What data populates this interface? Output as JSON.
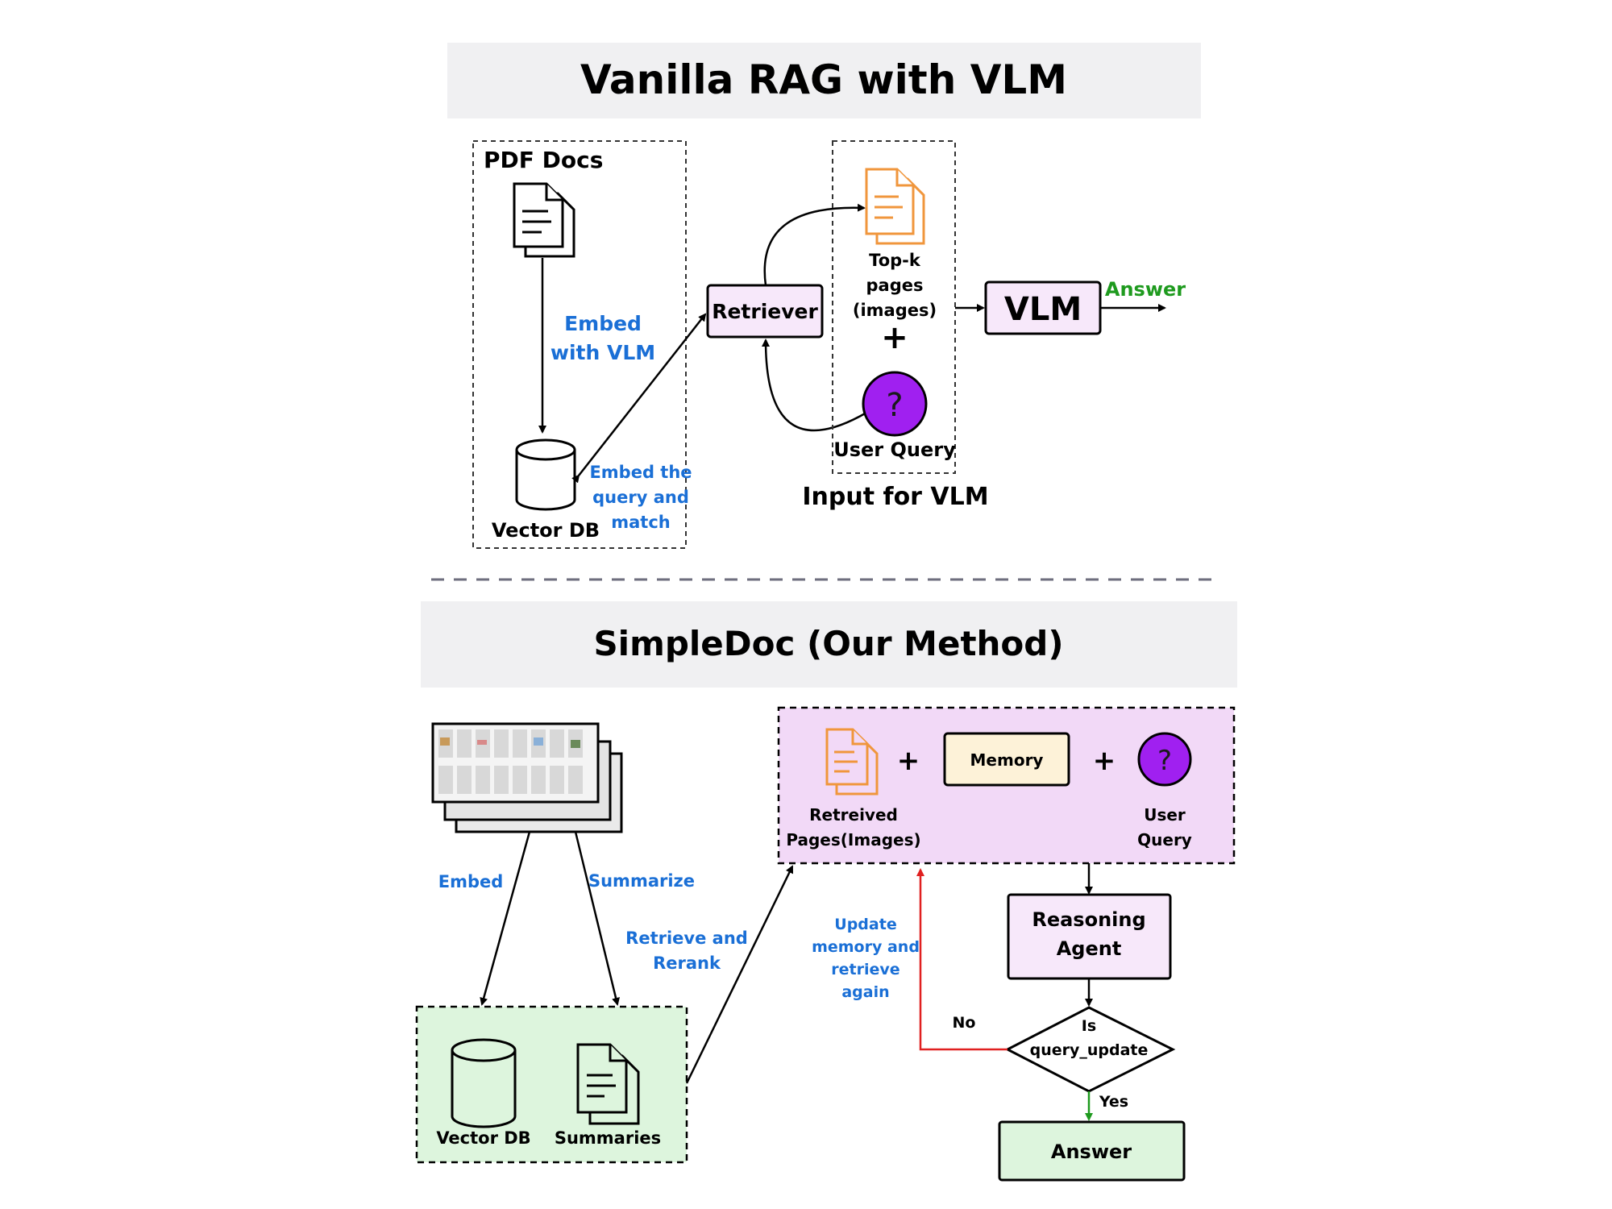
{
  "top": {
    "title": "Vanilla RAG with VLM",
    "pdf_docs": "PDF Docs",
    "embed_vlm": [
      "Embed",
      "with VLM"
    ],
    "vector_db": "Vector DB",
    "embed_query": [
      "Embed the",
      "query and",
      "match"
    ],
    "retriever": "Retriever",
    "topk": [
      "Top-k",
      "pages",
      "(images)"
    ],
    "plus": "+",
    "user_query": "User Query",
    "input_for_vlm": "Input for VLM",
    "vlm": "VLM",
    "answer": "Answer",
    "question_mark": "?"
  },
  "bottom": {
    "title": "SimpleDoc (Our Method)",
    "embed": "Embed",
    "summarize": "Summarize",
    "retrieve_rerank": [
      "Retrieve and",
      "Rerank"
    ],
    "vector_db": "Vector DB",
    "summaries": "Summaries",
    "retrieved_pages": [
      "Retreived",
      "Pages(Images)"
    ],
    "plus1": "+",
    "memory": "Memory",
    "plus2": "+",
    "user_query": [
      "User",
      "Query"
    ],
    "question_mark": "?",
    "reasoning_agent": [
      "Reasoning",
      "Agent"
    ],
    "update_memory": [
      "Update",
      "memory and",
      "retrieve",
      "again"
    ],
    "decision": [
      "Is",
      "query_update"
    ],
    "no": "No",
    "yes": "Yes",
    "answer": "Answer"
  },
  "colors": {
    "blue_label": "#1a6fd6",
    "green_answer": "#1e9a1e",
    "purple_query": "#a020f0",
    "orange_doc": "#f0963c",
    "pink_box": "#f7e8fa",
    "pink_panel": "#f2d9f7",
    "memory_box": "#fdf2d8",
    "green_box": "#ddf5dd",
    "gray_header": "#f0f0f2",
    "red_arrow": "#e02020"
  }
}
